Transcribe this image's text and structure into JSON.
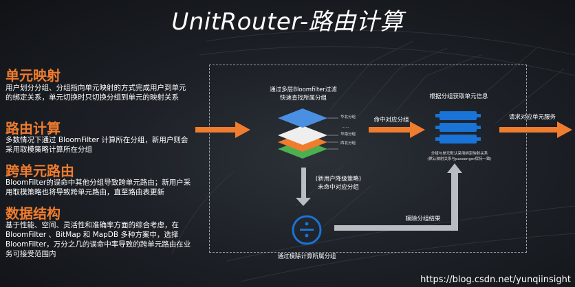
{
  "title": "UnitRouter-路由计算",
  "sections": [
    {
      "heading": "单元映射",
      "body": "用户划分分组、分组指向单元映射的方式完成用户到单元的绑定关系，单元切换时只切换分组到单元的映射关系"
    },
    {
      "heading": "路由计算",
      "body": "多数情况下通过 BloomFilter 计算所在分组，新用户则会采用取模策略计算所在分组"
    },
    {
      "heading": "跨单元路由",
      "body": "BloomFilter的误命中其他分组导致跨单元路由；新用户采用取模策略也将导致跨单元路由，直至路由表更新"
    },
    {
      "heading": "数据结构",
      "body": "基于性能、空间、灵活性和准确率方面的综合考虑，在 BloomFilter 、BitMap 和 MapDB 多种方案中，选择 BloomFilter，万分之几的误命中率导致的跨单元路由在业务可接受范围内"
    }
  ],
  "diagram": {
    "bloom_label_line1": "通过多层Bloomfilter过滤",
    "bloom_label_line2": "快速查找所属分组",
    "layer_labels": [
      "华北分组",
      "......",
      "华南分组",
      "西北分组"
    ],
    "hit_label": "命中对应分组",
    "unit_info_label": "根据分组获取单元信息",
    "unit_note_line1": "分组与单元默认采用绑定映射关系",
    "unit_note_line2": "(默认映射关系与passenger保持一致)",
    "request_label": "请求对应单元服务",
    "fallback_line1": "(新用户降级策略)",
    "fallback_line2": "未命中对应分组",
    "modulo_label": "通过模除计算所属分组",
    "modulo_result_label": "模除分组结果",
    "colors": {
      "arrow_orange": "#f07c2e",
      "layer_blue": "#4a90e2",
      "layer_white": "#eeeeee",
      "layer_orange": "#f07c2e",
      "layer_green": "#4caf50",
      "unit_blue": "#1a73d6"
    }
  },
  "watermark": "https://blog.csdn.net/yunqiinsight"
}
